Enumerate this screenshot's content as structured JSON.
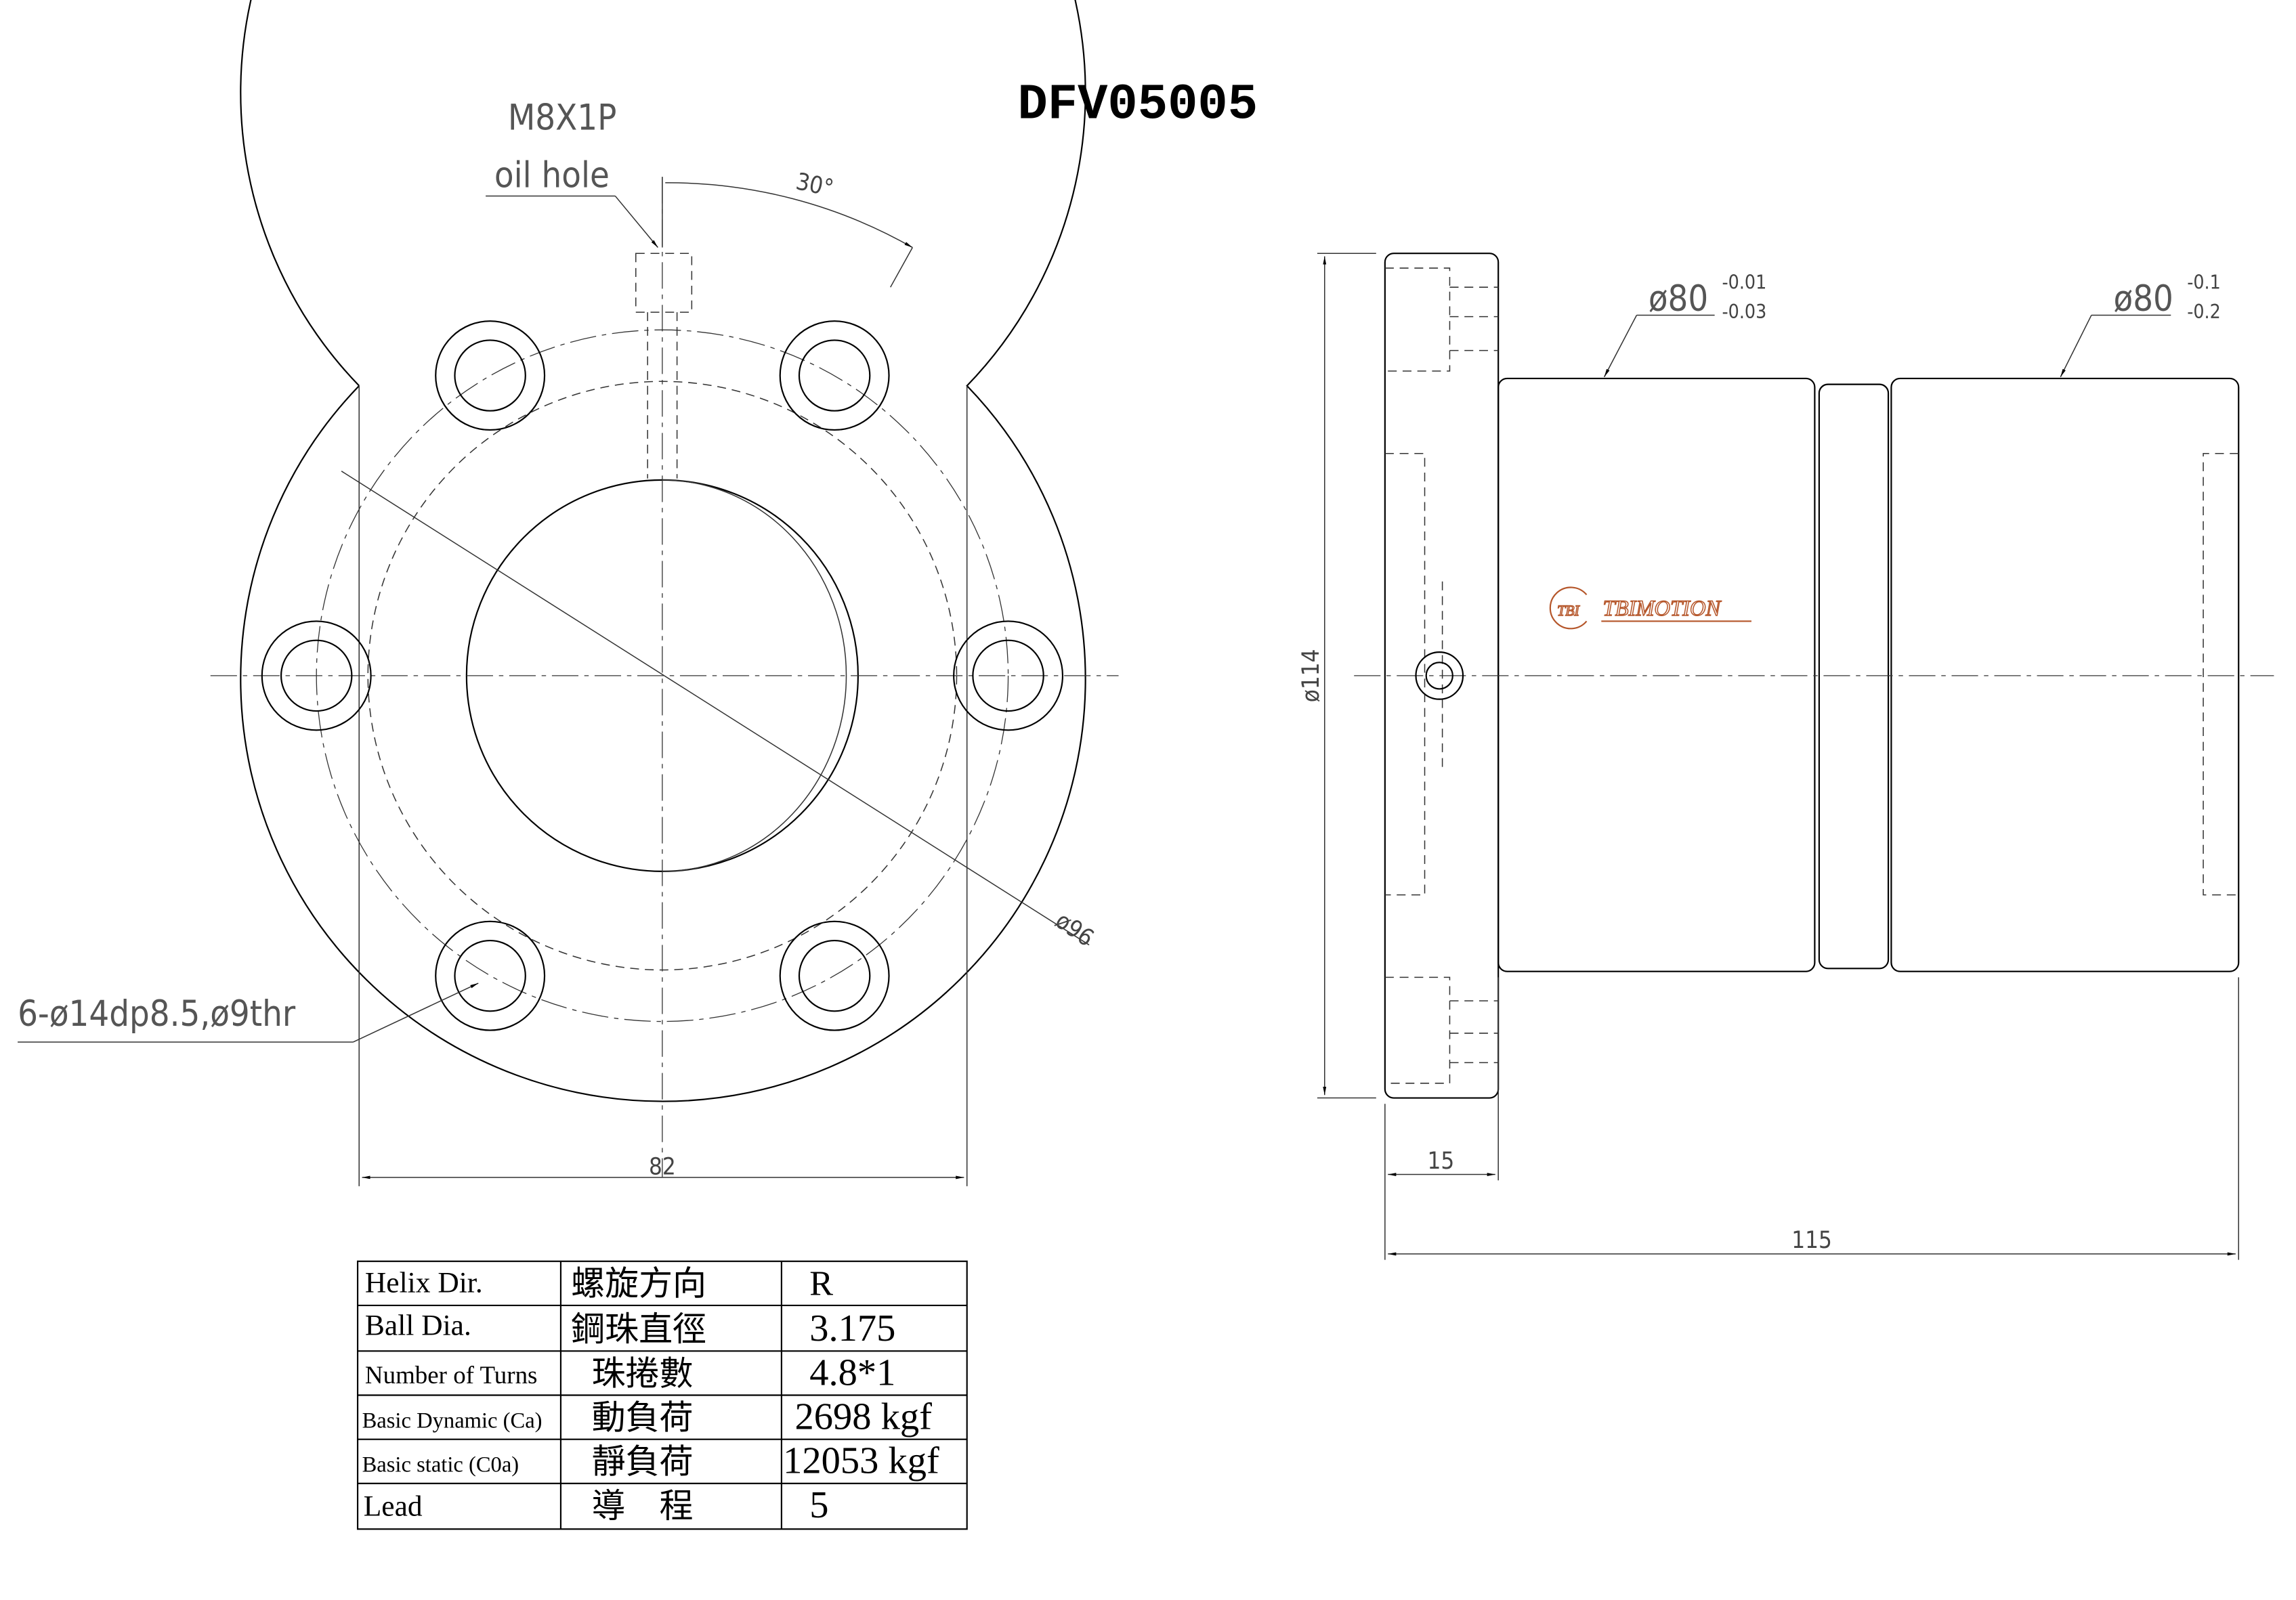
{
  "title": "DFV05005",
  "front_view": {
    "oil_hole_thread": "M8X1P",
    "oil_hole_label": "oil hole",
    "angle": "30°",
    "pcd": "ø96",
    "holes": "6-ø14dp8.5,ø9thr",
    "width": "82"
  },
  "side_view": {
    "flange_dia": "ø114",
    "body_dia_1": "ø80",
    "body_tol_1_upper": "-0.01",
    "body_tol_1_lower": "-0.03",
    "body_dia_2": "ø80",
    "body_tol_2_upper": "-0.1",
    "body_tol_2_lower": "-0.2",
    "flange_thickness": "15",
    "total_length": "115",
    "logo_text": "TBIMOTION",
    "logo_badge": "TBI",
    "logo_color": "#b5562a"
  },
  "spec_table": {
    "rows": [
      {
        "en": "Helix  Dir.",
        "zh": "螺旋方向",
        "value": "R"
      },
      {
        "en": "Ball Dia.",
        "zh": "鋼珠直徑",
        "value": "3.175"
      },
      {
        "en": "Number of Turns",
        "zh": "珠捲數",
        "value": "4.8*1"
      },
      {
        "en": "Basic Dynamic (Ca)",
        "zh": "動負荷",
        "value": "2698 kgf"
      },
      {
        "en": "Basic static (C0a)",
        "zh": "靜負荷",
        "value": "12053 kgf"
      },
      {
        "en": "Lead",
        "zh": "導　程",
        "value": "5"
      }
    ]
  }
}
